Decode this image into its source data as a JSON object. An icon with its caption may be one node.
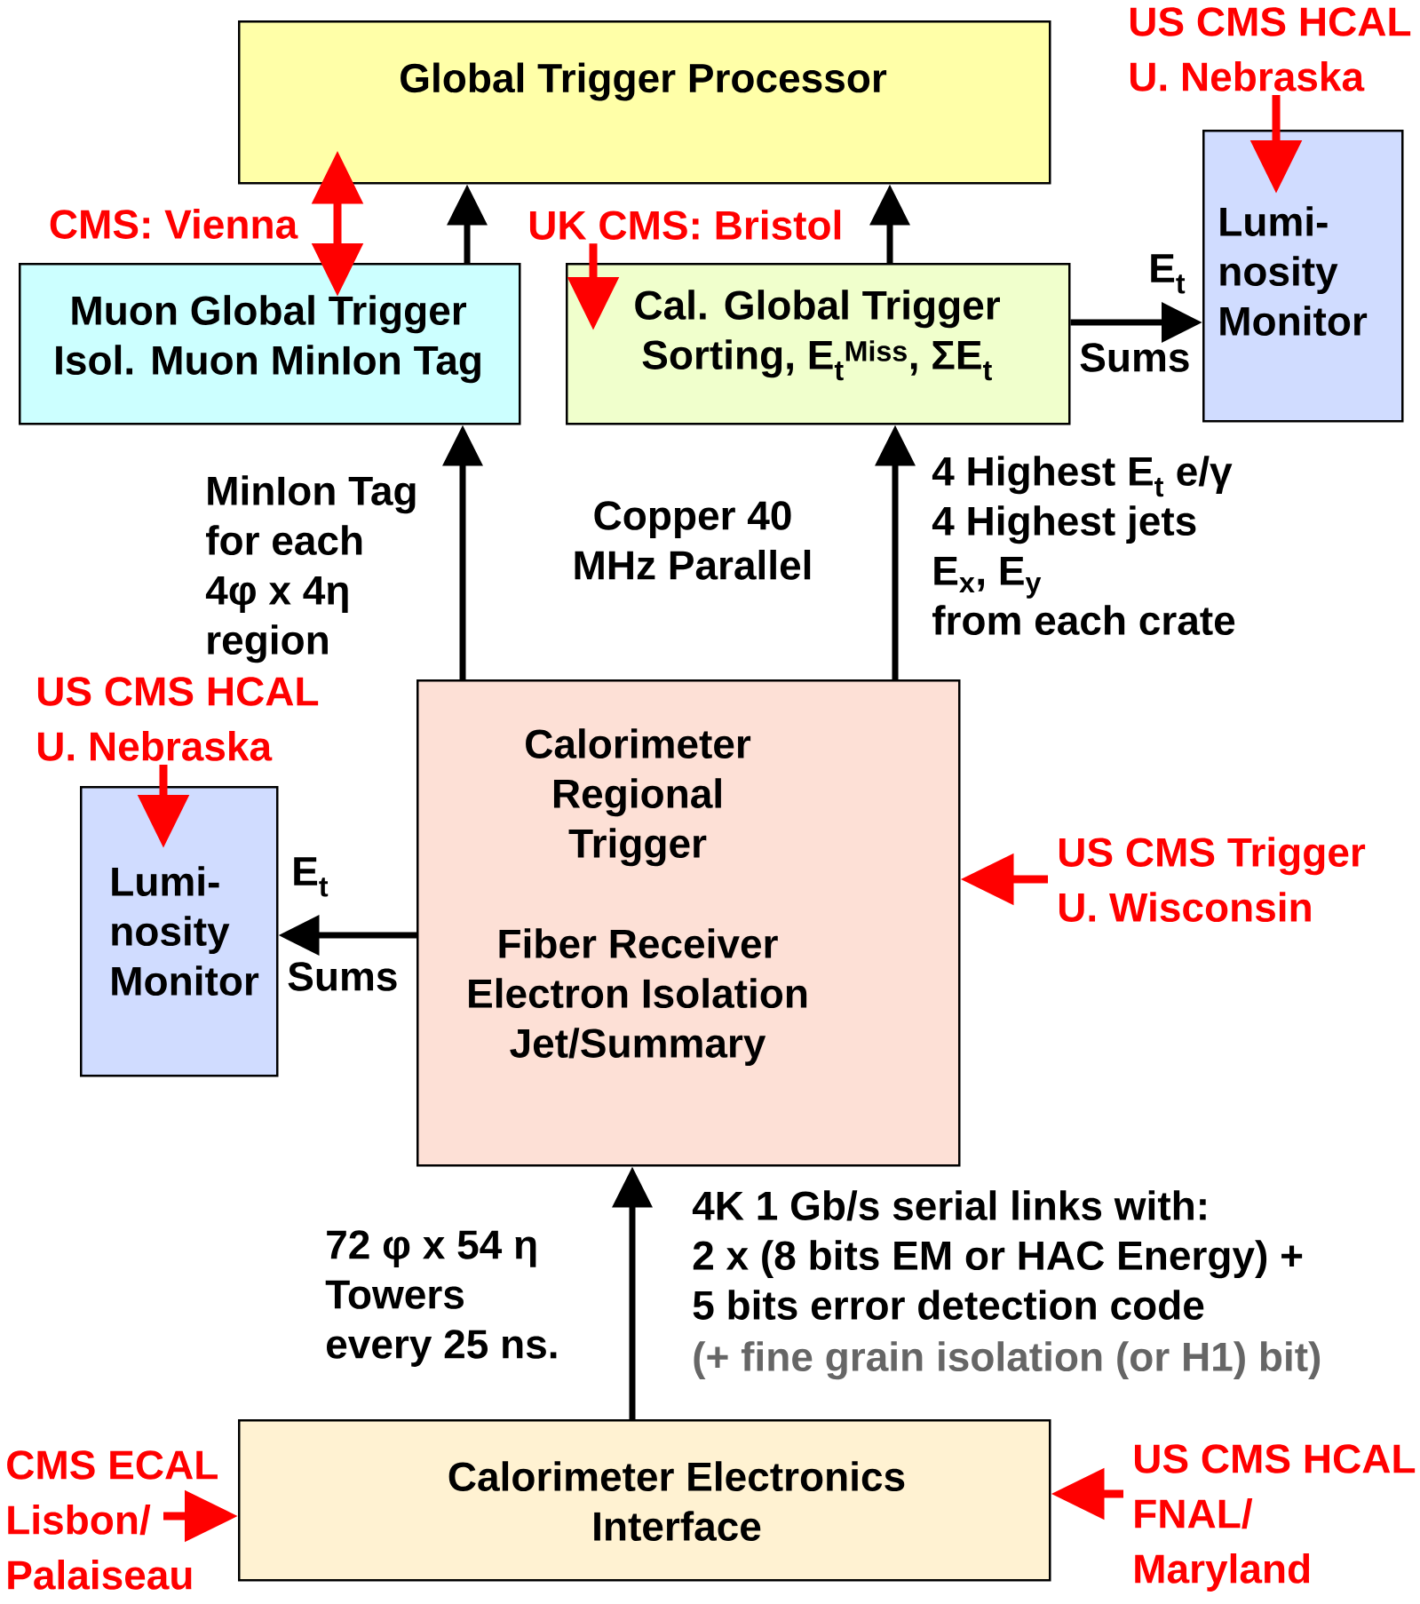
{
  "diagram": {
    "nodes": [
      {
        "text": [
          "Global Trigger Processor"
        ]
      },
      {
        "text": [
          "US CMS HCAL U. Nebraska"
        ]
      },
      {
        "text": [
          "Lumi- nosity Monitor"
        ]
      },
      {
        "text": [
          "Muon Global Trigger Isol. Muon MinIon Tag"
        ]
      },
      {
        "text": [
          "UK CMS: Bristol"
        ]
      },
      {
        "text": [
          "Cal. Global Trigger Sorting, E$_{t}$$^{Miss}$, ΣE$_{t}$"
        ]
      },
      {
        "text": [
          "US CMS HCAL U. Nebraska"
        ]
      },
      {
        "text": [
          "Lumi- nosity Monitor"
        ]
      },
      {
        "text": [
          "Calorimeter Regional Trigger",
          "Fiber Receiver Electron Isolation Jet/Summary"
        ]
      },
      {
        "text": [
          "US CMS Trigger U. Wisconsin"
        ]
      },
      {
        "text": [
          "Calorimeter Electronics Interface"
        ]
      },
      {
        "text": [
          "CMS ECAL Lisbon/ Palaiseau"
        ]
      },
      {
        "text": [
          "US CMS HCAL FNAL/ Maryland"
        ]
      }
    ],
    "edges": [
      {
        "from": 3,
        "to": 0,
        "arrow": "to"
      },
      {
        "from": 5,
        "to": 0,
        "arrow": "to"
      },
      {
        "from": 0,
        "to": 3,
        "arrow": "both",
        "color": "#ff0000"
      },
      {
        "from": 1,
        "to": 2,
        "arrow": "to",
        "color": "#ff0000"
      },
      {
        "from": 4,
        "to": 5,
        "arrow": "to",
        "color": "#ff0000"
      },
      {
        "from": 8,
        "to": 3,
        "arrow": "to"
      },
      {
        "from": 8,
        "to": 5,
        "arrow": "to"
      },
      {
        "from": 5,
        "to": 2,
        "arrow": "to"
      },
      {
        "from": 6,
        "to": 7,
        "arrow": "to",
        "color": "#ff0000"
      },
      {
        "from": 8,
        "to": 7,
        "arrow": "to"
      },
      {
        "from": 9,
        "to": 8,
        "arrow": "to",
        "color": "#ff0000"
      },
      {
        "from": 11,
        "to": 10,
        "arrow": "to",
        "color": "#ff0000"
      },
      {
        "from": 12,
        "to": 10,
        "arrow": "to",
        "color": "#ff0000"
      },
      {
        "from": 10,
        "to": 8,
        "arrow": "to"
      }
    ],
    "labels": [
      "CMS: Vienna",
      "E$_{t}$",
      "Sums",
      "4 Highest E$_{t}$ e/γ 4 Highest jets E$_{x}$, E$_{y}$ from each crate",
      "MinIon Tag for each 4φ x 4η region",
      "Copper 40 MHz Parallel",
      "E$_{t}$",
      "Sums",
      "4K 1 Gb/s serial links with: 2 x (8 bits EM or HAC Energy) + 5 bits error detection code",
      "72 φ x 54 η Towers every 25 ns.",
      "(+ fine grain isolation (or H1) bit)"
    ]
  }
}
